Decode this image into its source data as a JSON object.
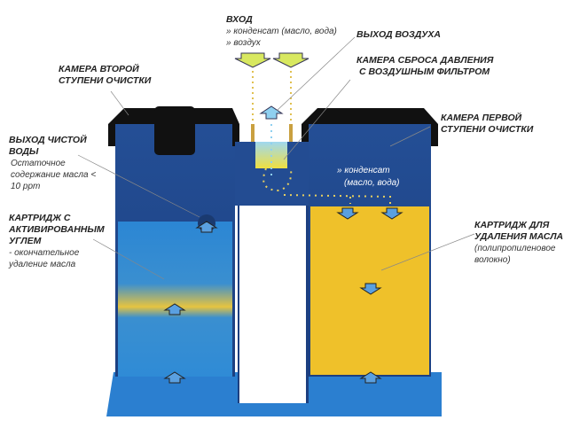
{
  "labels": {
    "inlet_title": "ВХОД",
    "inlet_line1": "» конденсат (масло, вода)",
    "inlet_line2": "» воздух",
    "air_outlet": "ВЫХОД ВОЗДУХА",
    "relief_line1": "КАМЕРА СБРОСА ДАВЛЕНИЯ",
    "relief_line2": "С ВОЗДУШНЫМ ФИЛЬТРОМ",
    "second_stage_line1": "КАМЕРА ВТОРОЙ",
    "second_stage_line2": "СТУПЕНИ ОЧИСТКИ",
    "first_stage_line1": "КАМЕРА ПЕРВОЙ",
    "first_stage_line2": "СТУПЕНИ ОЧИСТКИ",
    "clean_water_line1": "ВЫХОД ЧИСТОЙ",
    "clean_water_line2": "ВОДЫ",
    "clean_water_sub1": "Остаточное",
    "clean_water_sub2": "содержание масла <",
    "clean_water_sub3": "10 ppm",
    "carbon_line1": "КАРТРИДЖ С",
    "carbon_line2": "АКТИВИРОВАННЫМ",
    "carbon_line3": "УГЛЕМ",
    "carbon_sub1": "- окончательное",
    "carbon_sub2": "удаление масла",
    "oil_line1": "КАРТРИДЖ ДЛЯ",
    "oil_line2": "УДАЛЕНИЯ МАСЛА",
    "oil_sub1": "(полипропиленовое",
    "oil_sub2": "волокно)",
    "condensate_line1": "» конденсат",
    "condensate_line2": "(масло, вода)"
  },
  "colors": {
    "tank_blue": "#1f4f9a",
    "water_blue": "#2f8fd8",
    "oil_yellow": "#f0c020",
    "cap_black": "#111111"
  }
}
